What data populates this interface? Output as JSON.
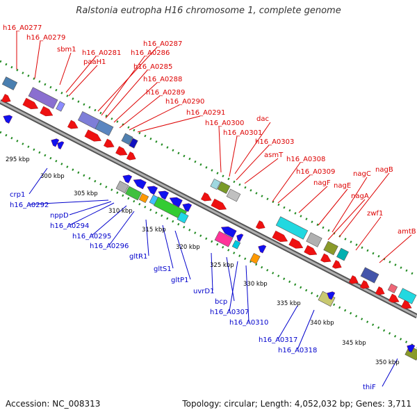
{
  "title": "Ralstonia eutropha H16 chromosome 1, complete genome",
  "accession": "Accession: NC_008313",
  "topology": "Topology: circular; Length: 4,052,032 bp; Genes: 3,711",
  "colors": {
    "forward_label": "#dd0000",
    "reverse_label": "#0000cc",
    "backbone": "#808080",
    "ruler": "#228b22"
  },
  "kbp_ticks": [
    "295 kbp",
    "300 kbp",
    "305 kbp",
    "310 kbp",
    "315 kbp",
    "320 kbp",
    "325 kbp",
    "330 kbp",
    "335 kbp",
    "340 kbp",
    "345 kbp",
    "350 kbp"
  ],
  "forward_labels": [
    "h16_A0277",
    "h16_A0279",
    "sbm1",
    "h16_A0281",
    "paaH1",
    "h16_A0287",
    "h16_A0286",
    "h16_A0285",
    "h16_A0288",
    "h16_A0289",
    "h16_A0290",
    "h16_A0291",
    "h16_A0300",
    "dac",
    "h16_A0301",
    "h16_A0303",
    "asmT",
    "h16_A0308",
    "h16_A0309",
    "nagF",
    "nagE",
    "nagC",
    "nagB",
    "nagA",
    "zwf1",
    "amtB"
  ],
  "reverse_labels": [
    "crp1",
    "h16_A0292",
    "nppD",
    "h16_A0294",
    "h16_A0295",
    "h16_A0296",
    "gltR1",
    "gltS1",
    "gltP1",
    "uvrD1",
    "bcp",
    "h16_A0307",
    "h16_A0310",
    "h16_A0317",
    "h16_A0318",
    "thiF"
  ]
}
